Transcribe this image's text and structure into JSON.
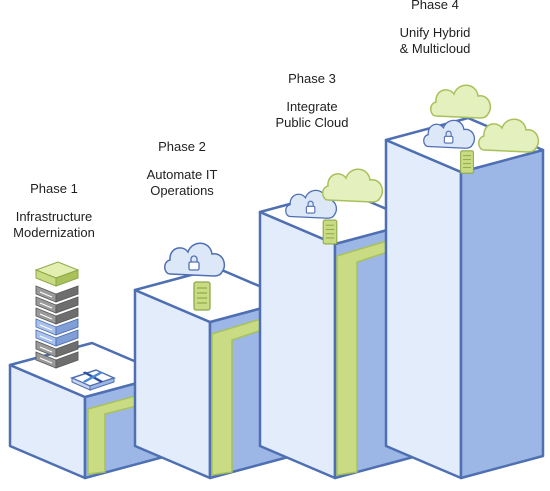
{
  "phases": [
    {
      "title": "Phase 1",
      "subtitle": "Infrastructure\nModernization"
    },
    {
      "title": "Phase 2",
      "subtitle": "Automate IT\nOperations"
    },
    {
      "title": "Phase 3",
      "subtitle": "Integrate\nPublic Cloud"
    },
    {
      "title": "Phase 4",
      "subtitle": "Unify Hybrid\n& Multicloud"
    }
  ],
  "colors": {
    "outline": "#4f6fb3",
    "top": "#ffffff",
    "front": "#e3ecfa",
    "side": "#9cb7e6",
    "accent": "#c9dc83",
    "accent_dark": "#a8c15b",
    "cloud_blue": "#dce7f8",
    "cloud_green": "#e4f0bd",
    "server_gray": "#8a8a8a",
    "server_blue": "#a9c2ec"
  },
  "icons": [
    "server-stack-icon",
    "nutanix-logo-icon",
    "private-cloud-icon",
    "public-cloud-icon",
    "server-icon",
    "lock-icon"
  ]
}
